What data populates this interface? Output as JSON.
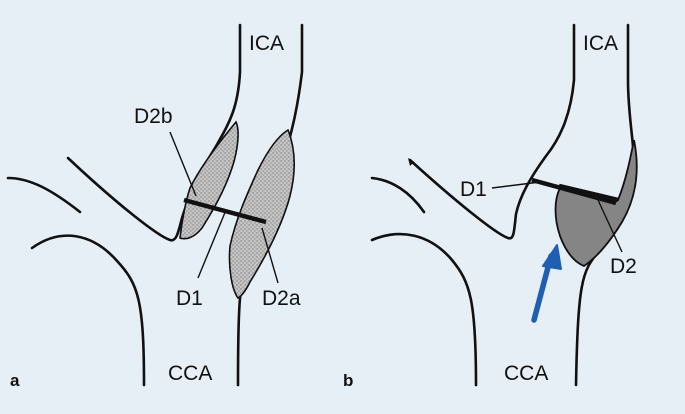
{
  "colors": {
    "background": "#e6eef6",
    "line": "#111111",
    "plaque_light": "#bdbdbd",
    "plaque_dark": "#858585",
    "arrow": "#1e5fb4"
  },
  "panel_a": {
    "letter": "a",
    "labels": {
      "ica": "ICA",
      "cca": "CCA",
      "d1": "D1",
      "d2a": "D2a",
      "d2b": "D2b"
    }
  },
  "panel_b": {
    "letter": "b",
    "labels": {
      "ica": "ICA",
      "cca": "CCA",
      "d1": "D1",
      "d2": "D2"
    },
    "arrow_icon": "flow-direction-arrow-icon"
  }
}
